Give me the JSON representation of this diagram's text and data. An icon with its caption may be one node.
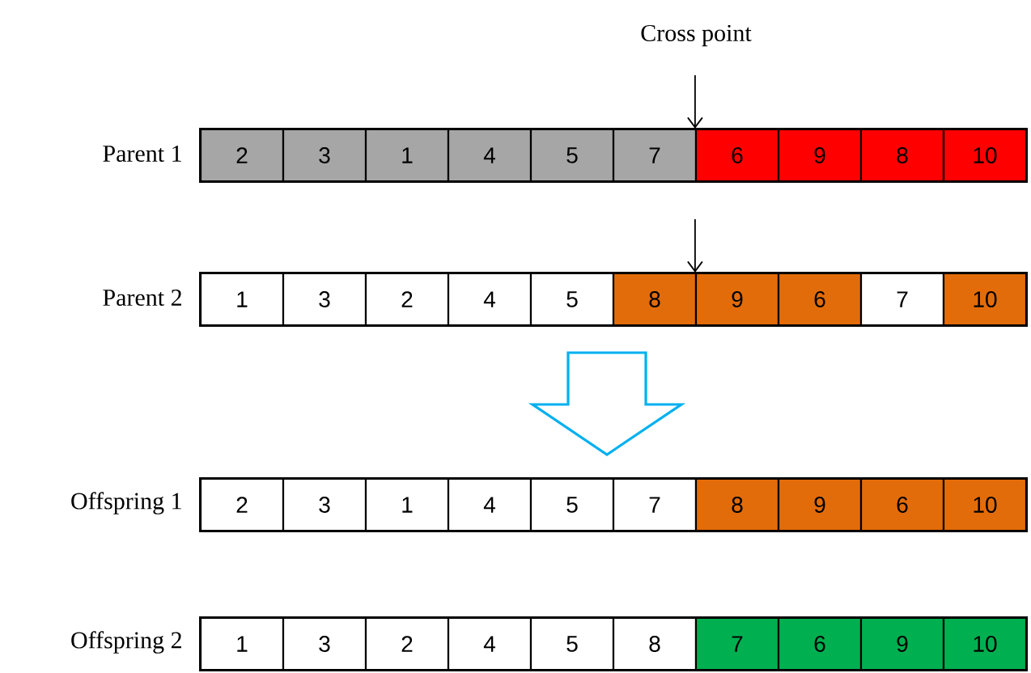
{
  "diagram": {
    "nodes": [
      {
        "text": [],
        "shape": "bar",
        "beside": [
          "Parent 1"
        ]
      },
      {
        "text": [
          "2"
        ],
        "in": 0
      },
      {
        "text": [
          "3"
        ],
        "in": 0
      },
      {
        "text": [
          "1"
        ],
        "in": 0
      },
      {
        "text": [
          "4"
        ],
        "in": 0
      },
      {
        "text": [
          "5"
        ],
        "in": 0
      },
      {
        "text": [
          "7"
        ],
        "in": 0
      },
      {
        "text": [
          "6"
        ],
        "in": 0
      },
      {
        "text": [
          "9"
        ],
        "in": 0
      },
      {
        "text": [
          "8"
        ],
        "in": 0
      },
      {
        "text": [
          "10"
        ],
        "in": 0
      },
      {
        "text": [],
        "shape": "bar",
        "beside": [
          "Parent 2"
        ]
      },
      {
        "text": [
          "1"
        ],
        "in": 11
      },
      {
        "text": [
          "3"
        ],
        "in": 11
      },
      {
        "text": [
          "2"
        ],
        "in": 11
      },
      {
        "text": [
          "4"
        ],
        "in": 11
      },
      {
        "text": [
          "5"
        ],
        "in": 11
      },
      {
        "text": [
          "8"
        ],
        "in": 11
      },
      {
        "text": [
          "9"
        ],
        "in": 11
      },
      {
        "text": [
          "6"
        ],
        "in": 11
      },
      {
        "text": [
          "7"
        ],
        "in": 11
      },
      {
        "text": [
          "10"
        ],
        "in": 11
      },
      {
        "text": [],
        "shape": "bar",
        "beside": [
          "Offspring 1"
        ]
      },
      {
        "text": [
          "2"
        ],
        "in": 22
      },
      {
        "text": [
          "3"
        ],
        "in": 22
      },
      {
        "text": [
          "1"
        ],
        "in": 22
      },
      {
        "text": [
          "4"
        ],
        "in": 22
      },
      {
        "text": [
          "5"
        ],
        "in": 22
      },
      {
        "text": [
          "7"
        ],
        "in": 22
      },
      {
        "text": [
          "8"
        ],
        "in": 22
      },
      {
        "text": [
          "9"
        ],
        "in": 22
      },
      {
        "text": [
          "6"
        ],
        "in": 22
      },
      {
        "text": [
          "10"
        ],
        "in": 22
      },
      {
        "text": [],
        "shape": "bar",
        "beside": [
          "Offspring 2"
        ]
      },
      {
        "text": [
          "1"
        ],
        "in": 33
      },
      {
        "text": [
          "3"
        ],
        "in": 33
      },
      {
        "text": [
          "2"
        ],
        "in": 33
      },
      {
        "text": [
          "4"
        ],
        "in": 33
      },
      {
        "text": [
          "5"
        ],
        "in": 33
      },
      {
        "text": [
          "8"
        ],
        "in": 33
      },
      {
        "text": [
          "7"
        ],
        "in": 33
      },
      {
        "text": [
          "6"
        ],
        "in": 33
      },
      {
        "text": [
          "9"
        ],
        "in": 33
      },
      {
        "text": [
          "10"
        ],
        "in": 33
      }
    ],
    "edges": [
      {
        "from": null,
        "to": 7,
        "arrow": "to"
      },
      {
        "from": null,
        "to": 18,
        "arrow": "to"
      },
      {
        "from": 11,
        "to": 22,
        "arrow": "to",
        "style": "thick",
        "color": "#00b0f0"
      }
    ],
    "labels": [
      "Cross point"
    ]
  }
}
